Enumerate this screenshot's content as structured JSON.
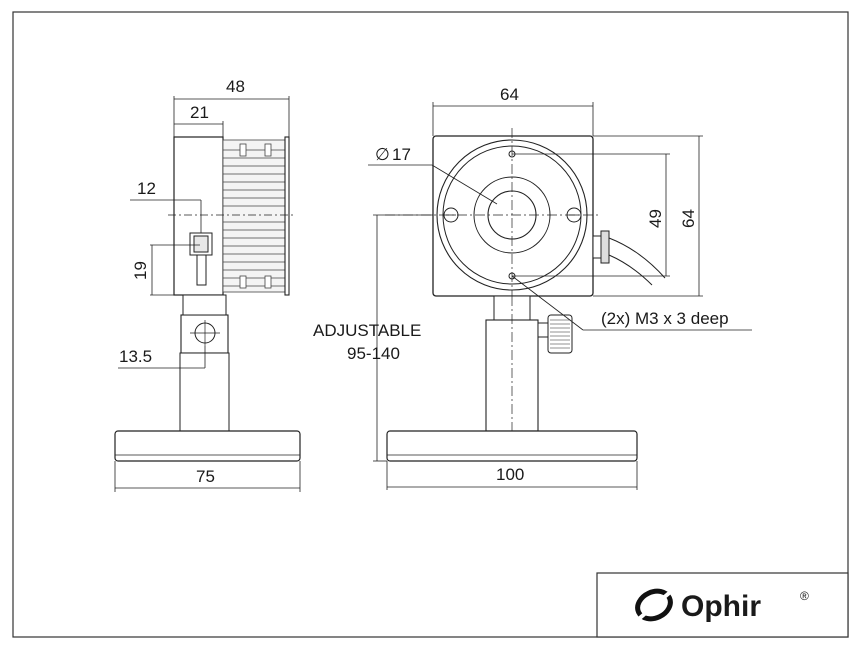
{
  "side_view": {
    "dim_width_total": "48",
    "dim_width_body": "21",
    "dim_offset": "12",
    "dim_height": "19",
    "dim_post_offset": "13.5",
    "dim_base_width": "75"
  },
  "front_view": {
    "dim_width": "64",
    "dim_diameter_symbol": "∅",
    "dim_diameter_value": "17",
    "dim_hole_spacing": "49",
    "dim_height": "64",
    "hole_note": "(2x) M3 x 3 deep",
    "adjustable_label": "ADJUSTABLE",
    "adjustable_range": "95-140",
    "dim_base_width": "100"
  },
  "logo": {
    "brand": "Ophir",
    "registered": "®"
  }
}
